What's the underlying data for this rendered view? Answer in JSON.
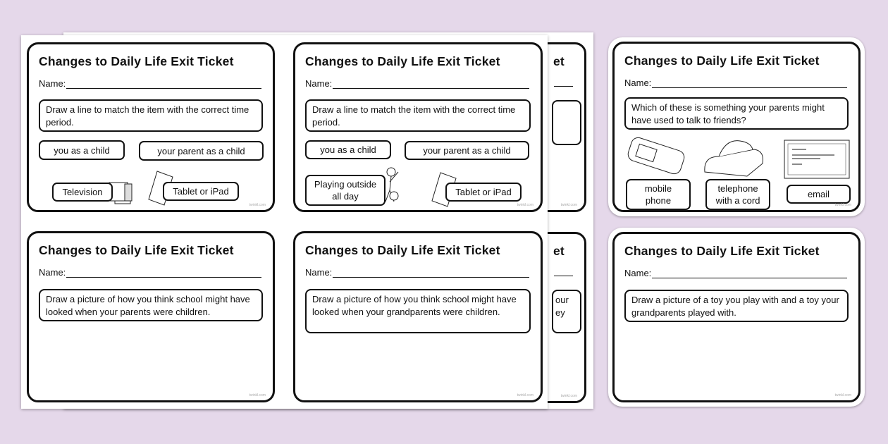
{
  "title": "Changes to Daily Life Exit Ticket",
  "name_label": "Name:",
  "footer": "twinkl.com",
  "cards": {
    "c1": {
      "prompt": "Draw a line to match the item with the correct time period.",
      "opt1": "you as a child",
      "opt2": "your parent as a child",
      "item1": "Television",
      "item2": "Tablet or iPad"
    },
    "c2": {
      "prompt": "Draw a line to match the item with the correct time period.",
      "opt1": "you as a child",
      "opt2": "your parent as a child",
      "item1": "Playing outside all day",
      "item2": "Tablet or iPad"
    },
    "c3": {
      "prompt": "Draw a picture of how you think school might have looked when your parents were children."
    },
    "c4": {
      "prompt": "Draw a picture of how you think school might have looked when your grandparents were children."
    },
    "c5": {
      "prompt": "Which of these is something your parents might have used to talk to friends?",
      "opt1": "mobile phone",
      "opt2": "telephone with a cord",
      "opt3": "email"
    },
    "c6": {
      "prompt": "Draw a picture of a toy you play with and a toy your grandparents played with."
    },
    "peek_top": {
      "title_fragment": "et"
    },
    "peek_bottom": {
      "title_fragment": "et",
      "line1": "our",
      "line2": "ey"
    }
  },
  "colors": {
    "background": "#e5d8ea",
    "border": "#111111"
  }
}
